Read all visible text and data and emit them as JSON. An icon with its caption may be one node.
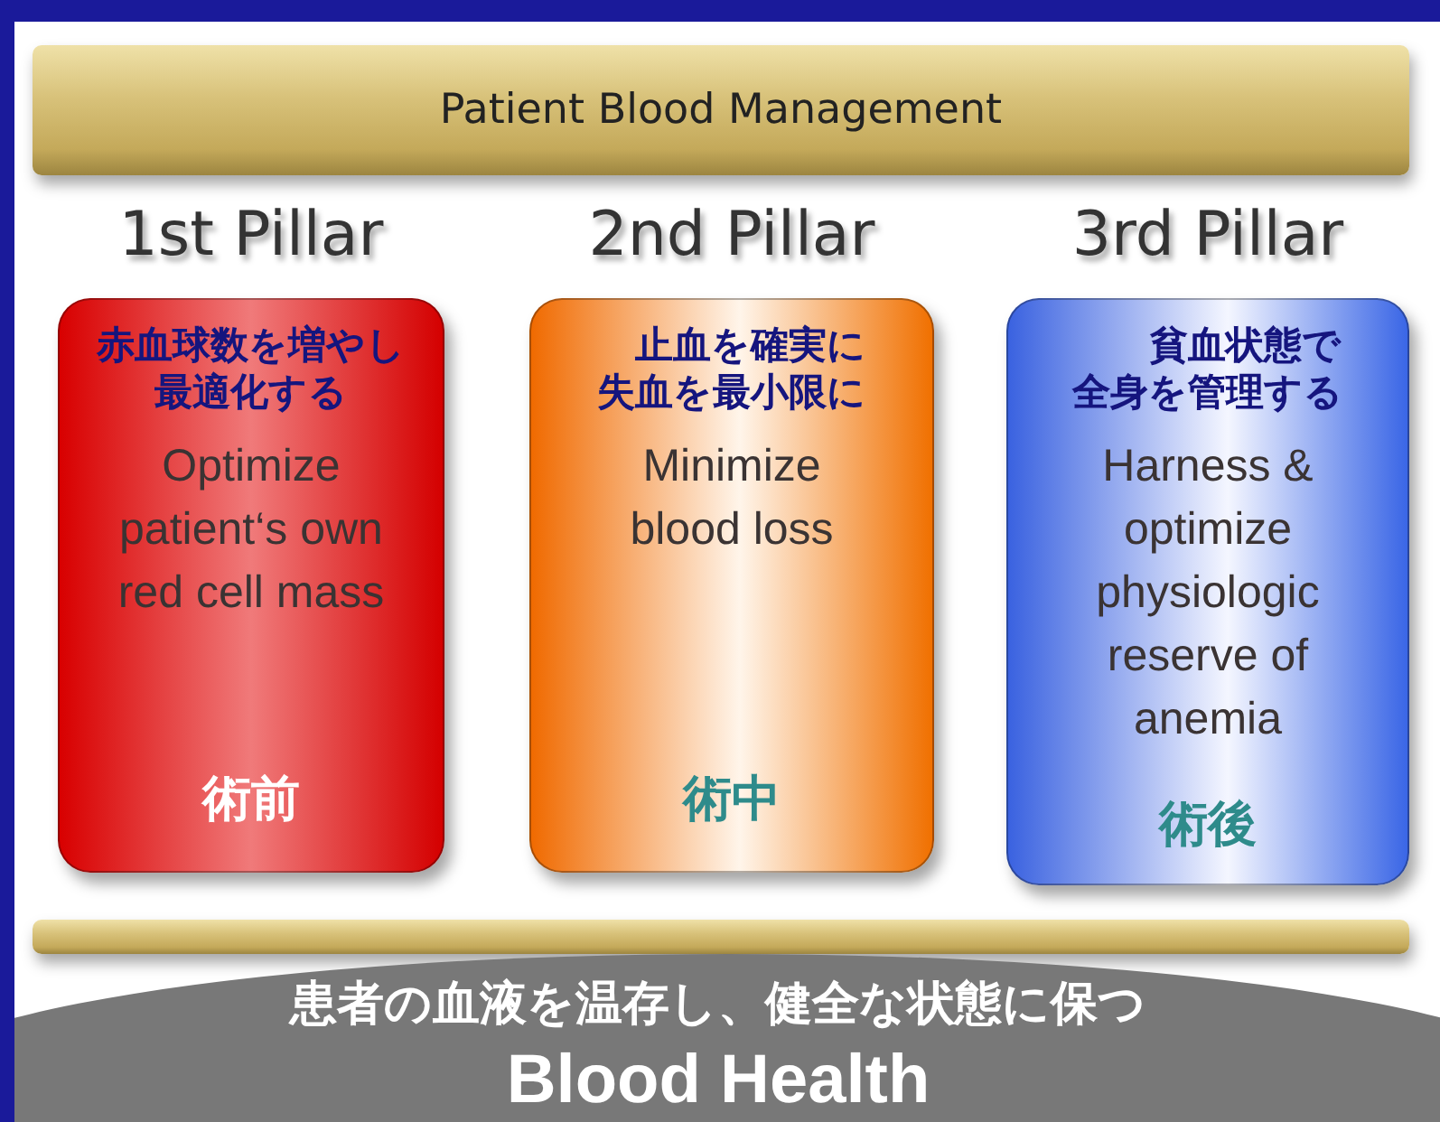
{
  "diagram": {
    "nodes": [
      {
        "text": [
          "Patient Blood Management"
        ]
      },
      {
        "text": [
          "1st Pillar",
          "赤血球数を増やし最適化する",
          "Optimize patient‘s own red cell mass",
          "術前"
        ]
      },
      {
        "text": [
          "2nd Pillar",
          "止血を確実に失血を最小限に",
          "Minimize blood loss",
          "術中"
        ]
      },
      {
        "text": [
          "3rd Pillar",
          "貧血状態で全身を管理する",
          "Harness & optimize physiologic reserve of anemia",
          "術後"
        ]
      },
      {
        "text": [],
        "shape": "bar"
      },
      {
        "text": [
          "患者の血液を温存し、健全な状態に保つ",
          "Blood Health"
        ]
      }
    ]
  }
}
